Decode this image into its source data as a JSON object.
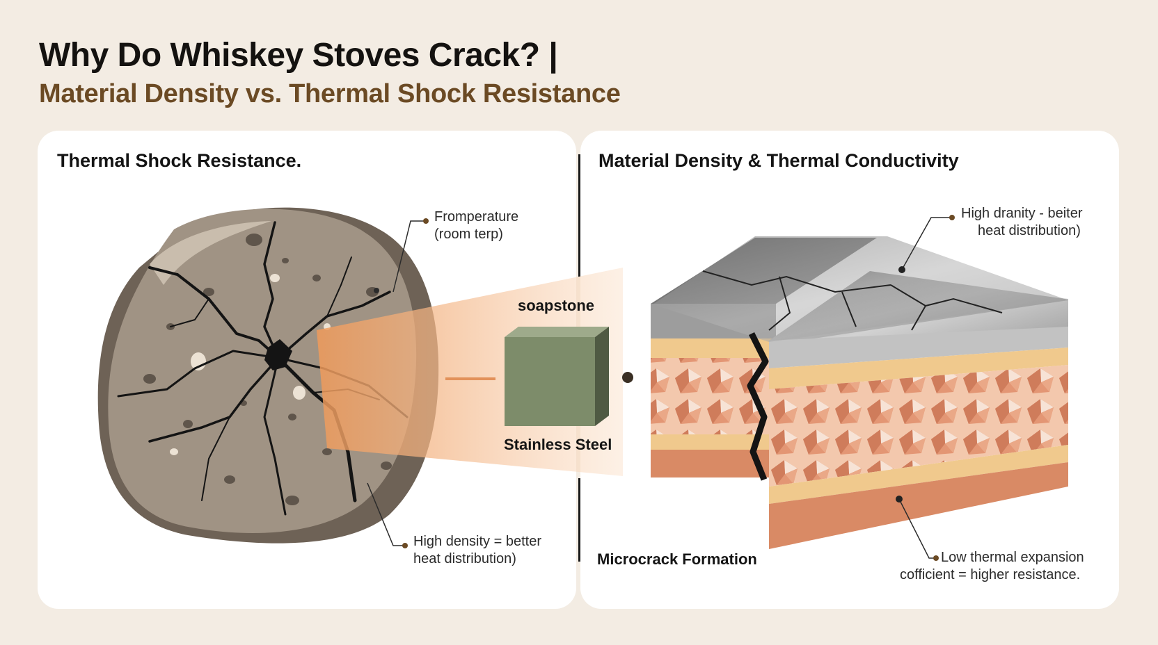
{
  "header": {
    "title": "Why Do Whiskey Stoves Crack? |",
    "subtitle": "Material Density vs. Thermal Shock Resistance"
  },
  "left_panel": {
    "heading": "Thermal Shock Resistance.",
    "callout_top_line1": "Fromperature",
    "callout_top_line2": "(room terp)",
    "callout_bottom_line1": "High density = better",
    "callout_bottom_line2": "heat distribution)",
    "cube_top_label": "soapstone",
    "cube_bottom_label": "Stainless Steel"
  },
  "right_panel": {
    "heading": "Material Density & Thermal Conductivity",
    "callout_top_line1": "High dranity - beiter",
    "callout_top_line2": "heat distribution)",
    "microcrack_label": "Microcrack Formation",
    "callout_bottom_line1": "Low thermal expansion",
    "callout_bottom_line2": "cofficient = higher resistance."
  },
  "colors": {
    "background": "#f3ece3",
    "title": "#141210",
    "subtitle": "#6b4a24",
    "stone": "#a09384",
    "stone_dark": "#6e6256",
    "heat_beam": "#f2b07c",
    "cube_green": "#7d8c6a",
    "steel": "#8d8d8d",
    "crystal": "#e49a78",
    "band": "#f0c98d"
  }
}
